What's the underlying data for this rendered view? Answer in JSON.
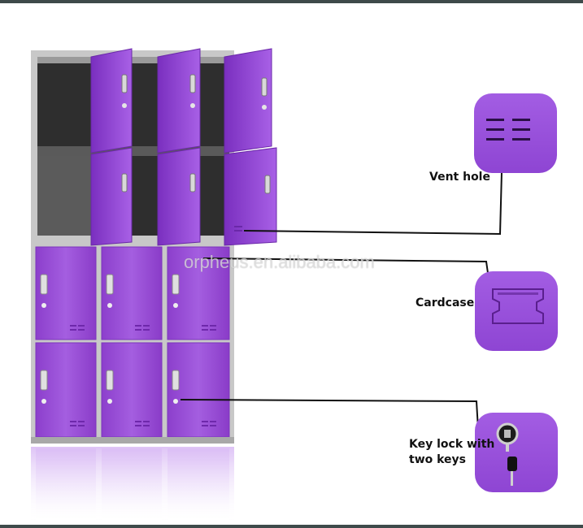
{
  "frame": {
    "bar_color": "#3e4a4a"
  },
  "colors": {
    "locker_purple": "#9b4fd8",
    "locker_purple_light": "#b070e8",
    "body_gray": "#c8c8c8",
    "inner_dark": "#2e2e2e",
    "leader_line": "#111111"
  },
  "watermark": "orpheus.en.alibaba.com",
  "callouts": [
    {
      "id": "vent-hole",
      "label": "Vent hole",
      "icon": "vent-slots-icon"
    },
    {
      "id": "cardcase",
      "label": "Cardcase",
      "icon": "cardcase-icon"
    },
    {
      "id": "key-lock",
      "label": "Key lock with\ntwo keys",
      "icon": "key-lock-icon"
    }
  ]
}
